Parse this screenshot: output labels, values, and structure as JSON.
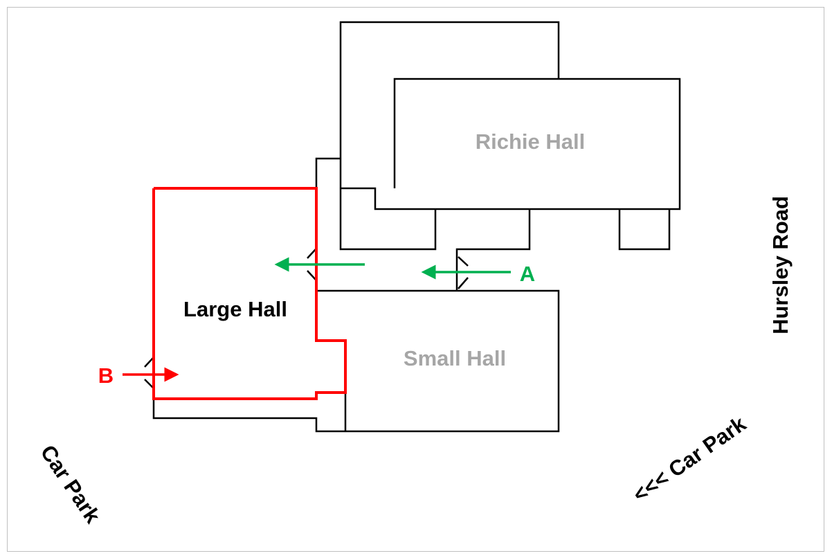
{
  "labels": {
    "richie_hall": "Richie Hall",
    "large_hall": "Large Hall",
    "small_hall": "Small Hall",
    "hursley_road": "Hursley Road",
    "car_park_left": "Car Park",
    "car_park_right": "<<< Car Park",
    "entrance_a": "A",
    "entrance_b": "B"
  },
  "colors": {
    "highlight": "#ff0000",
    "route": "#00b050",
    "muted_label": "#a6a6a6",
    "wall": "#000000"
  }
}
